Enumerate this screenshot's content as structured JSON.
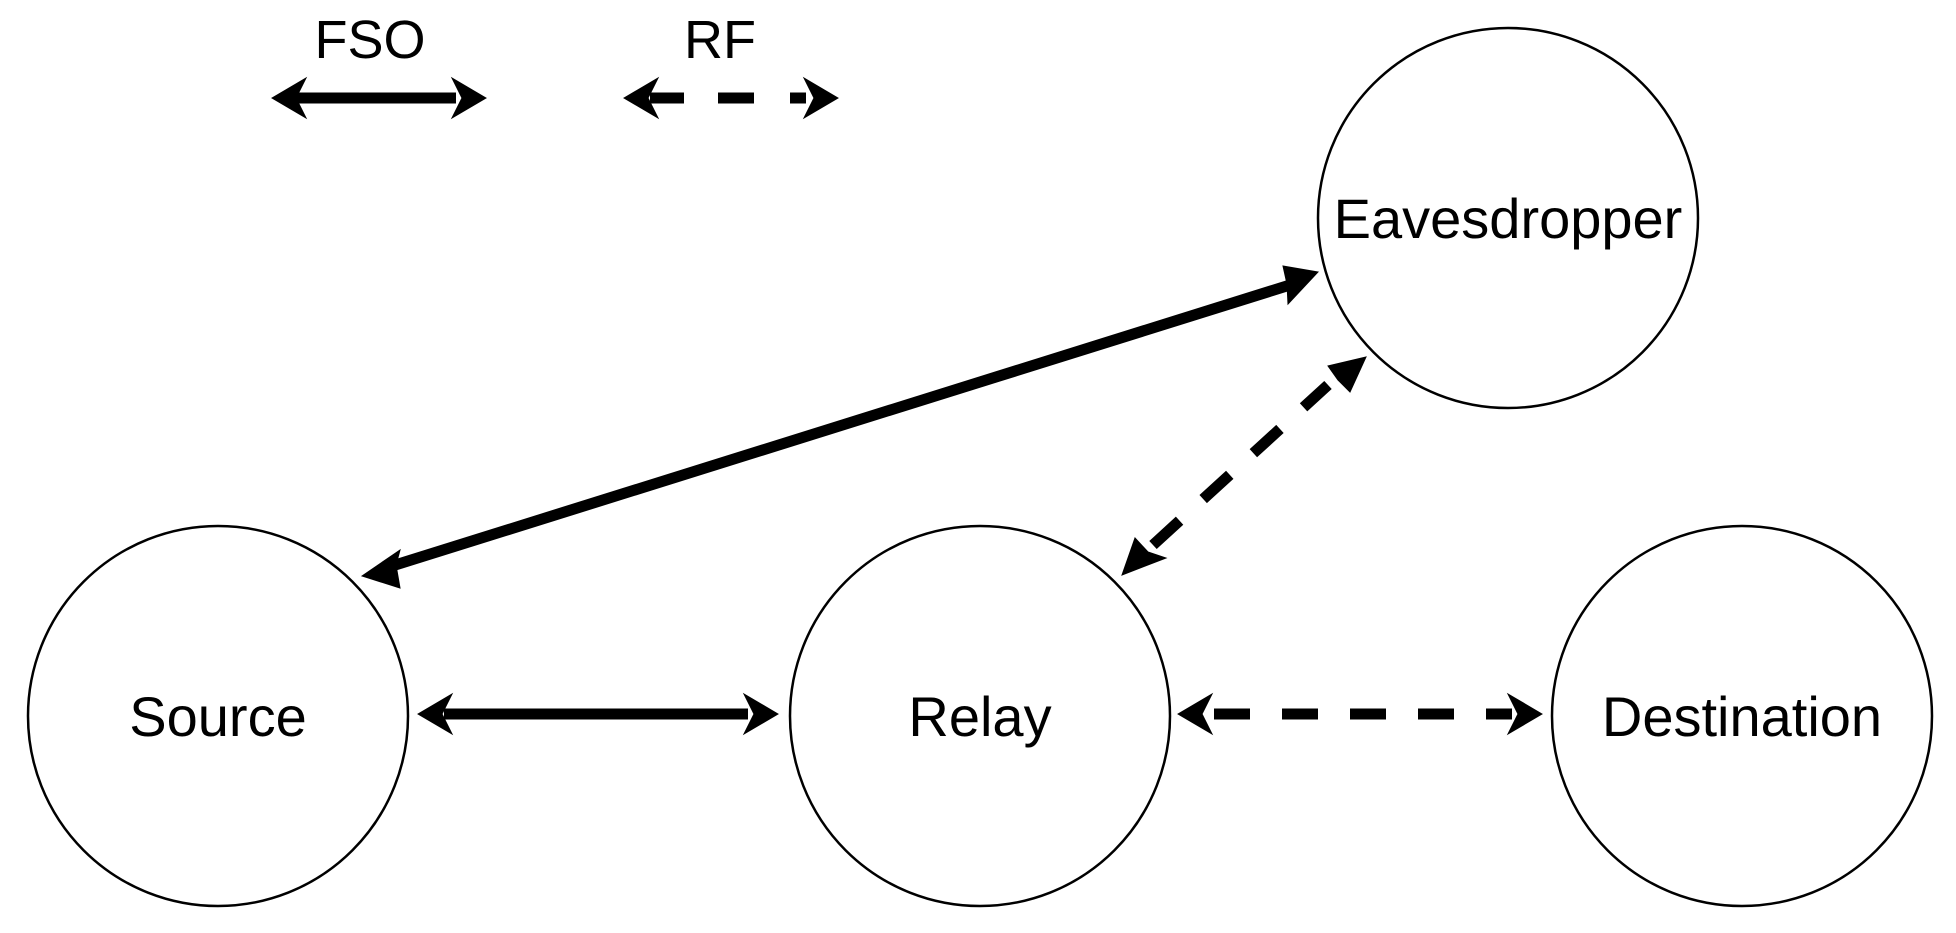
{
  "legend": {
    "fso_label": "FSO",
    "rf_label": "RF"
  },
  "nodes": {
    "eavesdropper": "Eavesdropper",
    "source": "Source",
    "relay": "Relay",
    "destination": "Destination"
  },
  "links": [
    {
      "from": "source",
      "to": "eavesdropper",
      "type": "FSO"
    },
    {
      "from": "source",
      "to": "relay",
      "type": "FSO"
    },
    {
      "from": "relay",
      "to": "eavesdropper",
      "type": "RF"
    },
    {
      "from": "relay",
      "to": "destination",
      "type": "RF"
    }
  ],
  "colors": {
    "line": "#000000",
    "node_fill": "#ffffff",
    "background": "#ffffff"
  }
}
